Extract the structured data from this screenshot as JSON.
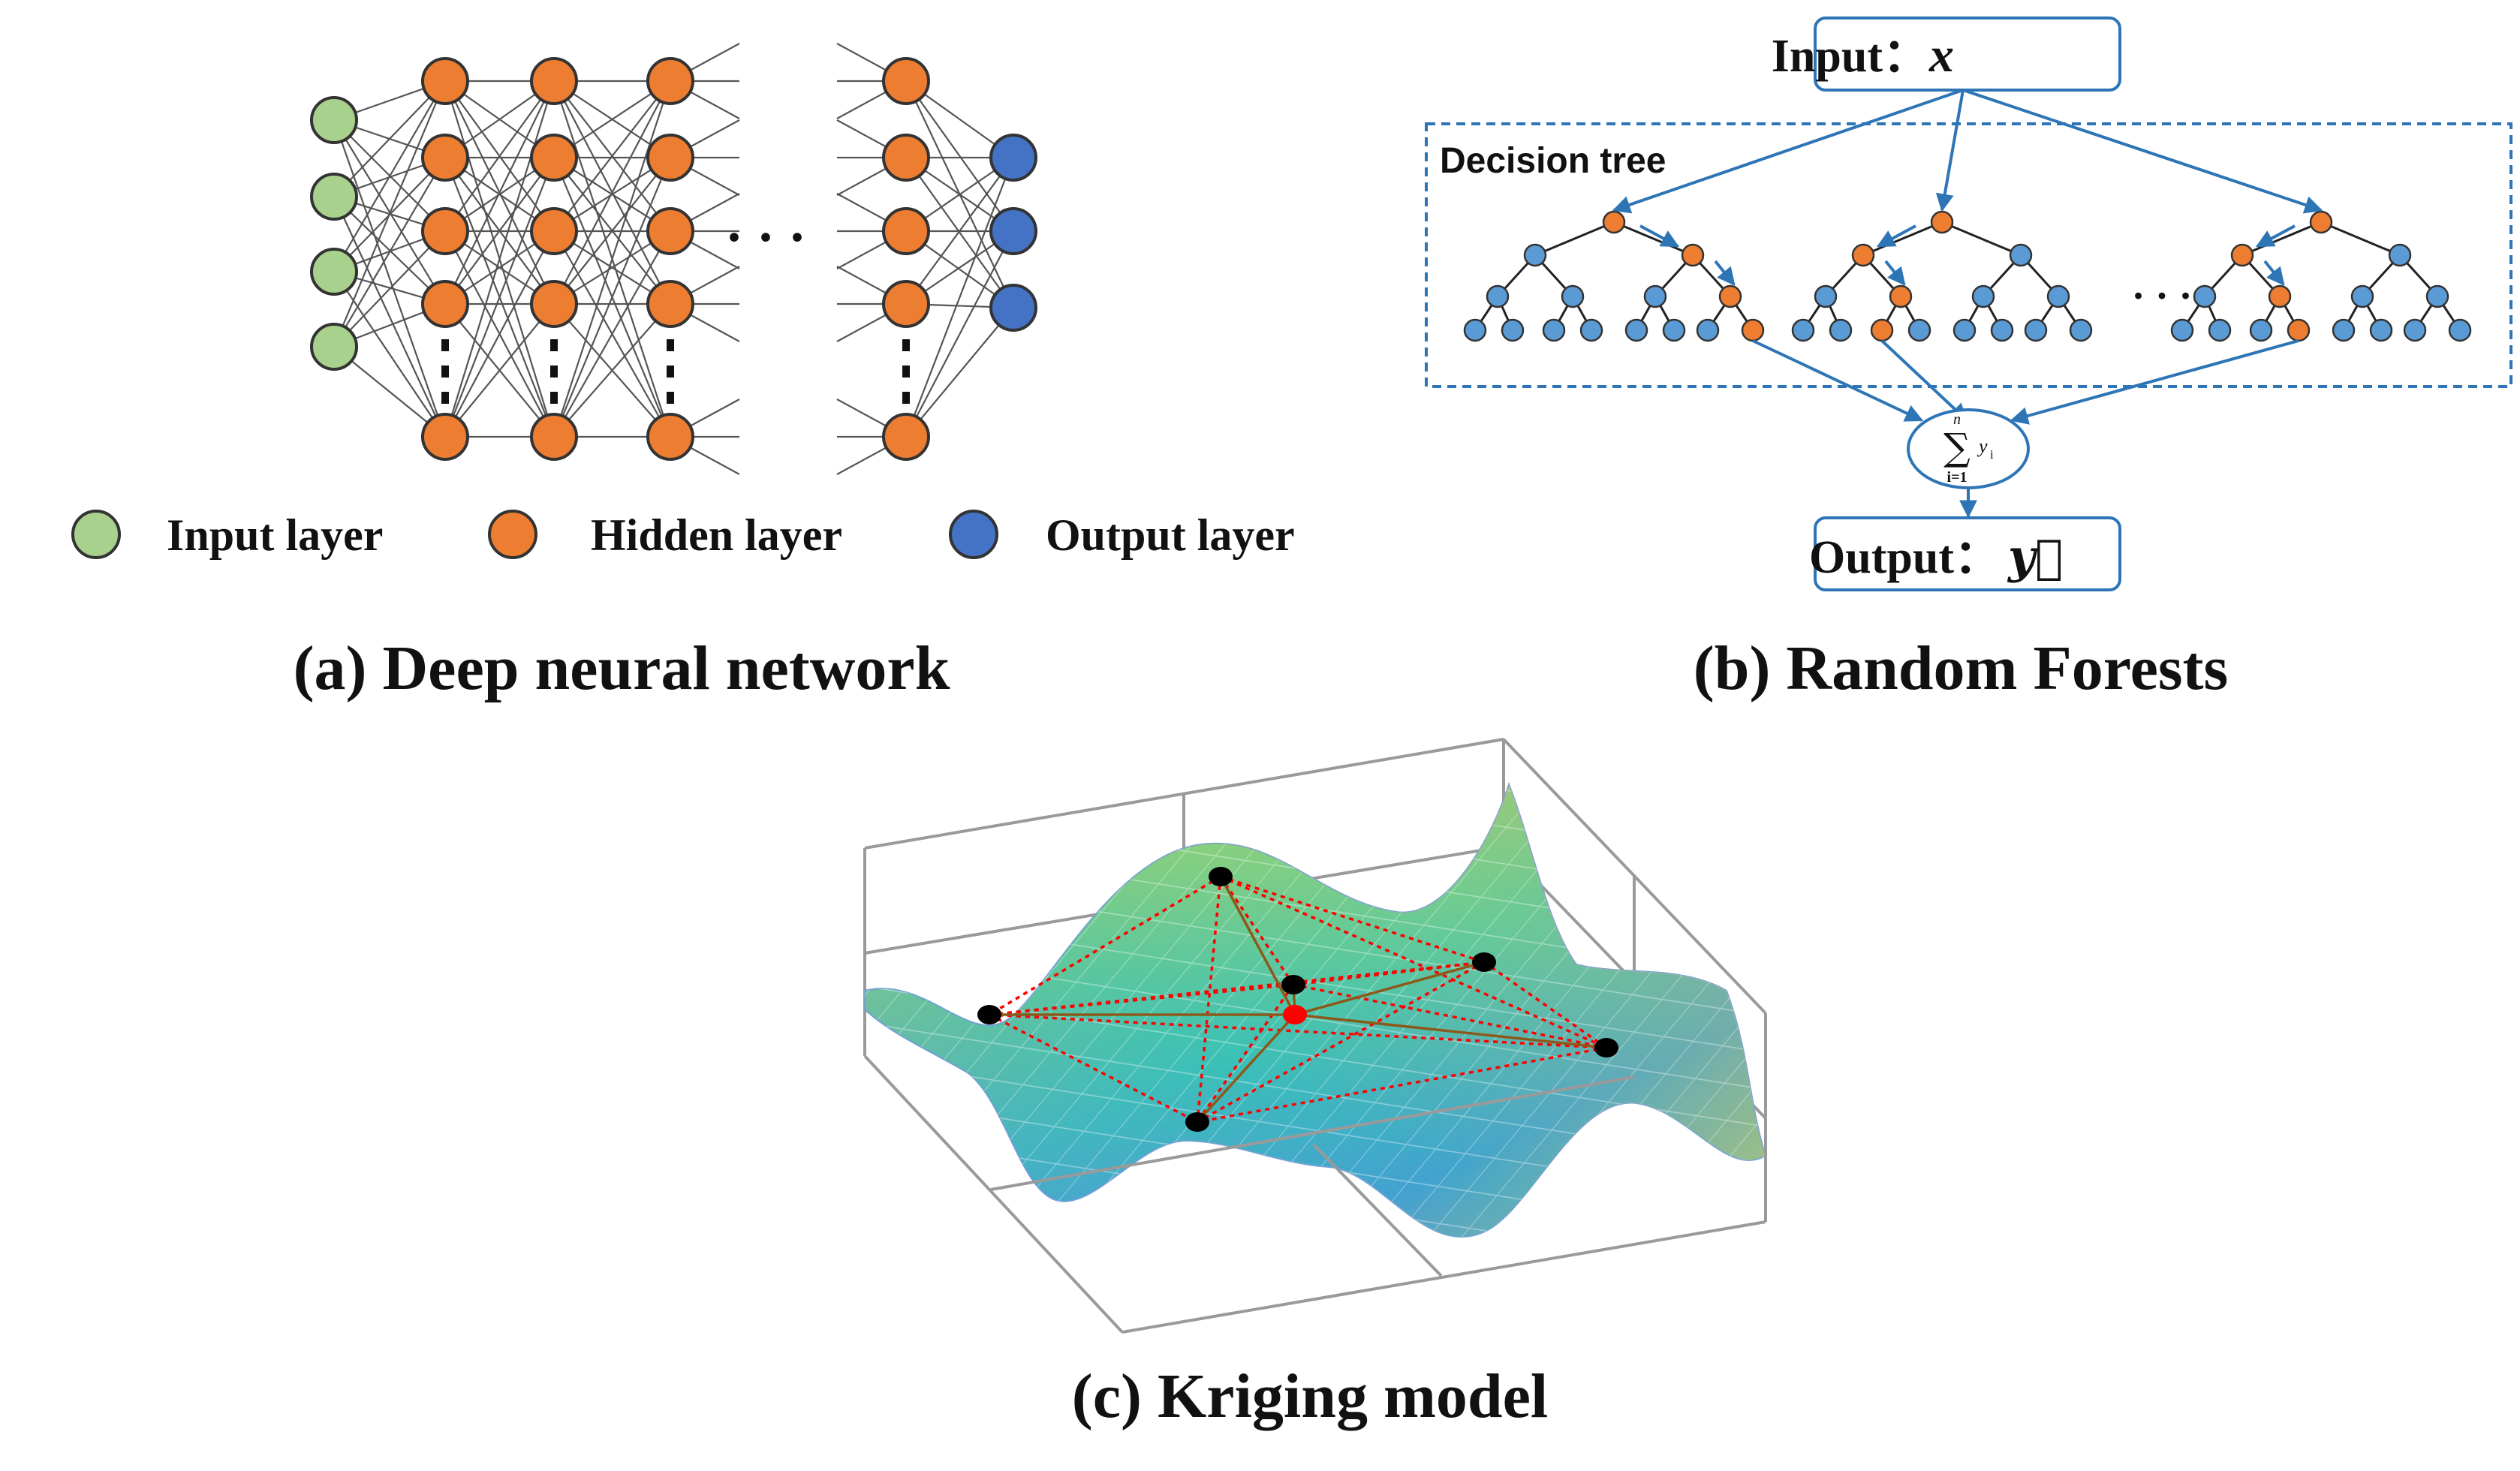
{
  "colors": {
    "input_node": "#a9d18e",
    "hidden_node": "#ed7d31",
    "output_node": "#4472c4",
    "tree_node": "#5b9bd5",
    "tree_active": "#ed7d31",
    "flow_blue": "#2e75b6",
    "kriging_point": "#000000",
    "kriging_target": "#ff0000",
    "kriging_dotted": "#ff0000",
    "kriging_solid": "#8b5a1a"
  },
  "panel_a": {
    "caption": "(a) Deep neural network",
    "ellipsis": "· · ·",
    "legend": {
      "input": "Input layer",
      "hidden": "Hidden layer",
      "output": "Output layer"
    }
  },
  "panel_b": {
    "caption": "(b) Random Forests",
    "input_label": "Input：",
    "input_var": "x",
    "output_label": "Output：",
    "output_var": "y⃗",
    "frame_label": "Decision tree",
    "sum_upper": "n",
    "sum_symbol": "∑",
    "sum_lower": "i=1",
    "sum_term": "y",
    "sum_term_sub": "i",
    "tree_ellipsis": "· · ·"
  },
  "panel_c": {
    "caption": "(c) Kriging model"
  }
}
